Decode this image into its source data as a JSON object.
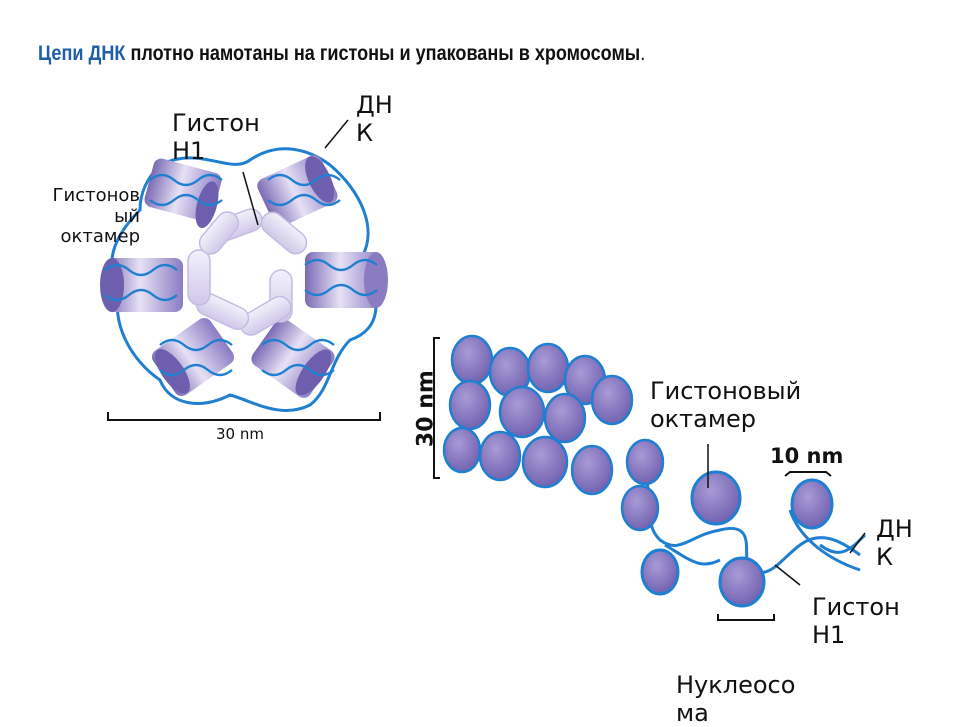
{
  "title": {
    "accent": "Цепи ДНК",
    "rest": " плотно намотаны на гистоны и упакованы в хромосомы",
    "end": "."
  },
  "left_diagram": {
    "label_dna_1": "ДН",
    "label_dna_2": "К",
    "label_h1_1": "Гистон",
    "label_h1_2": "H1",
    "label_octamer_1": "Гистонов",
    "label_octamer_2": "ый",
    "label_octamer_3": "октамер",
    "scale": "30 nm"
  },
  "right_diagram": {
    "scale_30": "30 nm",
    "label_octamer_1": "Гистоновый",
    "label_octamer_2": "октамер",
    "scale_10": "10 nm",
    "label_dna_1": "ДН",
    "label_dna_2": "К",
    "label_h1_1": "Гистон",
    "label_h1_2": "H1",
    "label_nucleosome_1": "Нуклеосо",
    "label_nucleosome_2": "ма"
  },
  "colors": {
    "purple": "#8b7bc0",
    "light_purple": "#d9d3ee",
    "dna_blue": "#1f7fd0",
    "title_blue": "#1f5fa8"
  }
}
